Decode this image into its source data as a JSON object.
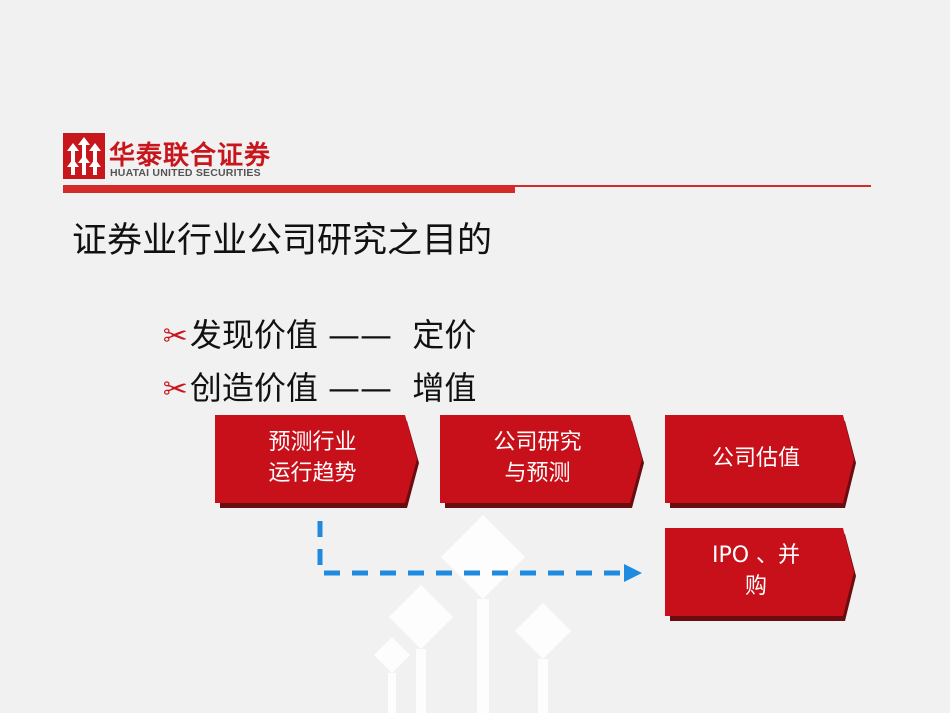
{
  "logo": {
    "name_cn": "华泰联合证券",
    "name_en": "HUATAI UNITED SECURITIES",
    "brand_color": "#c8161d"
  },
  "heading": "证券业行业公司研究之目的",
  "bullets": [
    {
      "icon": "scissors-icon",
      "text": "发现价值 ——  定价"
    },
    {
      "icon": "scissors-icon",
      "text": "创造价值 ——  增值"
    }
  ],
  "process": {
    "steps": [
      {
        "line1": "预测行业",
        "line2": "运行趋势"
      },
      {
        "line1": "公司研究",
        "line2": "与预测"
      },
      {
        "line1": "公司估值",
        "line2": ""
      }
    ],
    "extra_step": {
      "line1": "IPO 、并",
      "line2": "购"
    },
    "box_color": "#c8101a",
    "connector_color": "#1e8be0"
  }
}
